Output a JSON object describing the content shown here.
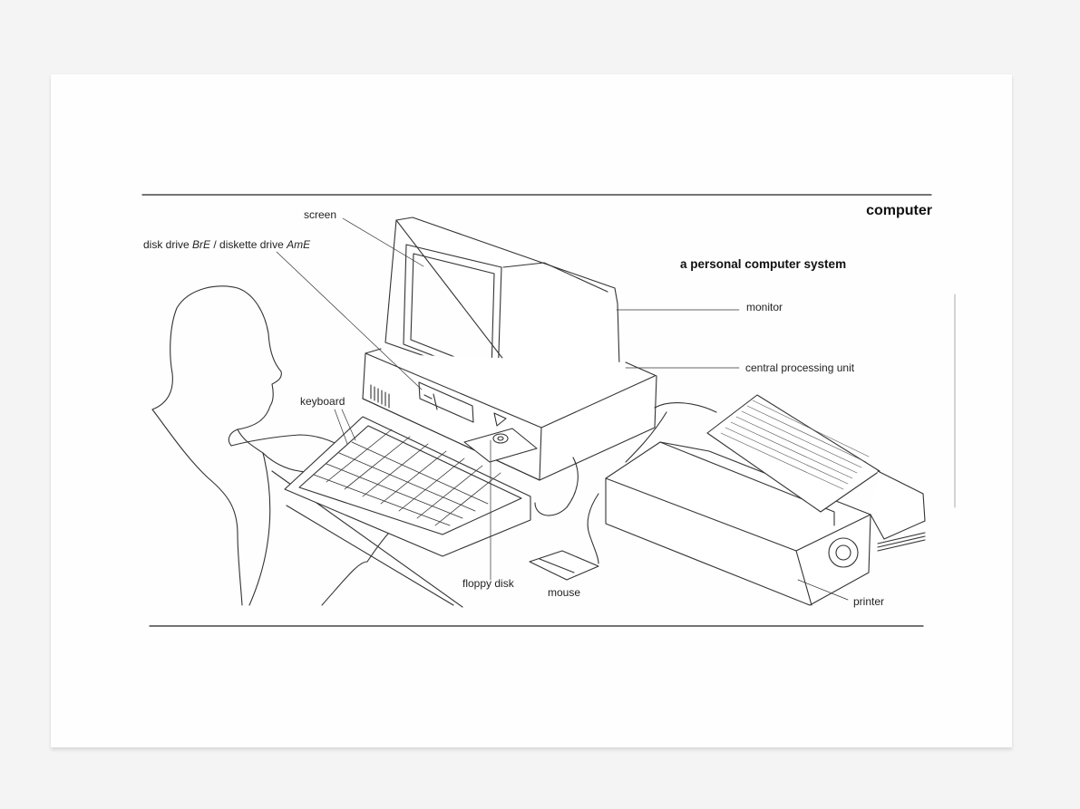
{
  "title": "computer",
  "subtitle": "a personal computer system",
  "labels": {
    "screen": "screen",
    "disk_drive_a": "disk drive ",
    "disk_drive_bre": "BrE",
    "disk_drive_sep": " / diskette drive ",
    "disk_drive_ame": "AmE",
    "keyboard": "keyboard",
    "monitor": "monitor",
    "cpu": "central processing unit",
    "floppy_disk": "floppy disk",
    "mouse": "mouse",
    "printer": "printer"
  }
}
